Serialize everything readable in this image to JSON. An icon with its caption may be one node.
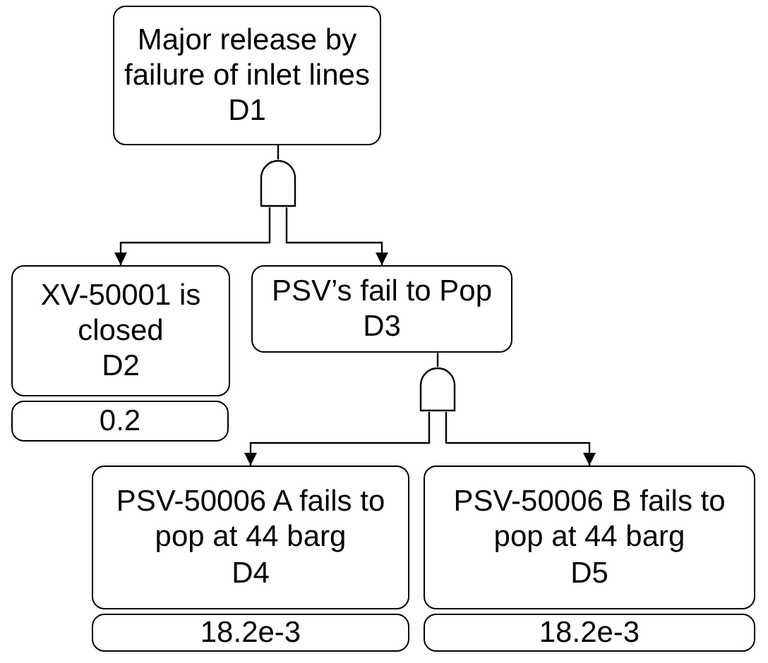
{
  "diagram": {
    "nodes": [
      {
        "text": [
          "Major release by failure of inlet lines",
          "D1"
        ]
      },
      {
        "text": [],
        "shape": "gate"
      },
      {
        "text": [
          "XV-50001 is closed",
          "D2"
        ]
      },
      {
        "text": [
          "0.2"
        ]
      },
      {
        "text": [
          "PSV’s fail to Pop",
          "D3"
        ]
      },
      {
        "text": [],
        "shape": "gate"
      },
      {
        "text": [
          "PSV-50006 A fails to pop at 44 barg",
          "D4"
        ]
      },
      {
        "text": [
          "18.2e-3"
        ]
      },
      {
        "text": [
          "PSV-50006 B fails to pop at 44 barg",
          "D5"
        ]
      },
      {
        "text": [
          "18.2e-3"
        ]
      }
    ],
    "edges": [
      {
        "from": 0,
        "to": 1,
        "arrow": "none"
      },
      {
        "from": 1,
        "to": 2,
        "arrow": "to"
      },
      {
        "from": 1,
        "to": 4,
        "arrow": "to"
      },
      {
        "from": 4,
        "to": 5,
        "arrow": "none"
      },
      {
        "from": 5,
        "to": 6,
        "arrow": "to"
      },
      {
        "from": 5,
        "to": 8,
        "arrow": "to"
      }
    ]
  }
}
